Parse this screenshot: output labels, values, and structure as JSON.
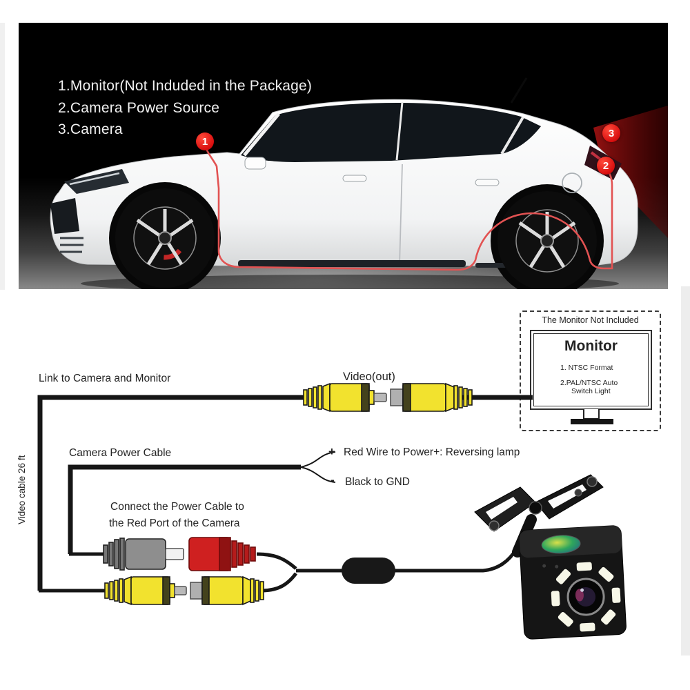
{
  "photo": {
    "caption_lines": [
      "1.Monitor(Not Induded in the Package)",
      "2.Camera Power Source",
      "3.Camera"
    ],
    "badge1": "1",
    "badge2": "2",
    "badge3": "3"
  },
  "diagram": {
    "link_label": "Link to Camera and Monitor",
    "video_out_label": "Video(out)",
    "video_cable_label": "Video cable 26 ft",
    "power_cable_label": "Camera Power Cable",
    "plus_sign": "+",
    "plus_label": "Red Wire to Power+: Reversing lamp",
    "minus_sign": "-",
    "minus_label": "Black to GND",
    "connect_line1": "Connect the Power Cable to",
    "connect_line2": "the Red Port of the Camera",
    "monitor_note": "The Monitor Not Included",
    "monitor_title": "Monitor",
    "monitor_item1": "1. NTSC Format",
    "monitor_item2a": "2.PAL/NTSC Auto",
    "monitor_item2b": "Switch Light"
  },
  "colors": {
    "badge_red": "#d90f0f",
    "route_red": "#e25252",
    "beam_red": "#8f1010",
    "rca_yellow": "#f2e22e",
    "power_plug_red": "#cf2020",
    "power_plug_gray": "#8e8e8e",
    "cable_black": "#161616"
  }
}
